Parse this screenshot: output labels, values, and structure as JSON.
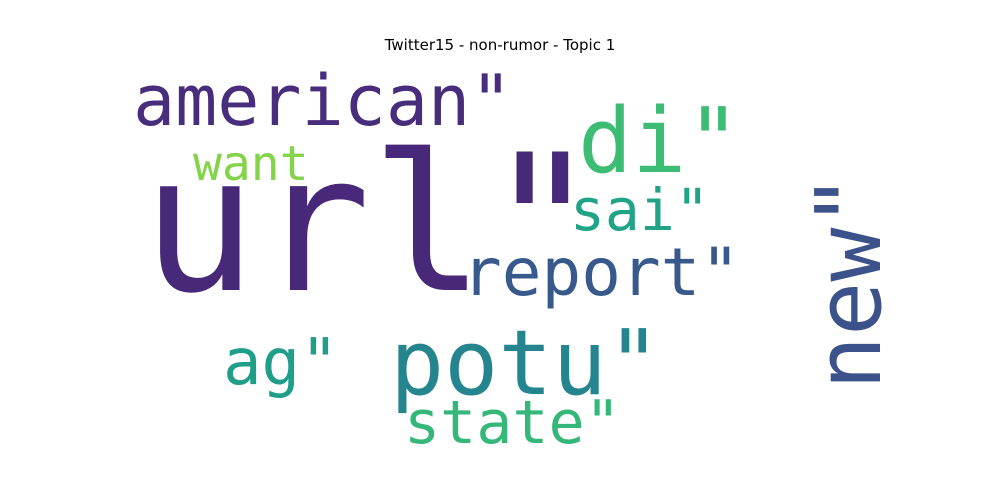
{
  "chart_data": {
    "type": "wordcloud",
    "title": "Twitter15 - non-rumor - Topic 1",
    "words": [
      {
        "text": "url\"",
        "color": "#482878"
      },
      {
        "text": "american\"",
        "color": "#472d7b"
      },
      {
        "text": "di\"",
        "color": "#3dbc74"
      },
      {
        "text": "want",
        "color": "#84d44b"
      },
      {
        "text": "sai\"",
        "color": "#20a386"
      },
      {
        "text": "report\"",
        "color": "#38598c"
      },
      {
        "text": "new\"",
        "color": "#3b528b"
      },
      {
        "text": "ag\"",
        "color": "#1f9e89"
      },
      {
        "text": "potu\"",
        "color": "#25858e"
      },
      {
        "text": "state\"",
        "color": "#35b779"
      }
    ]
  }
}
